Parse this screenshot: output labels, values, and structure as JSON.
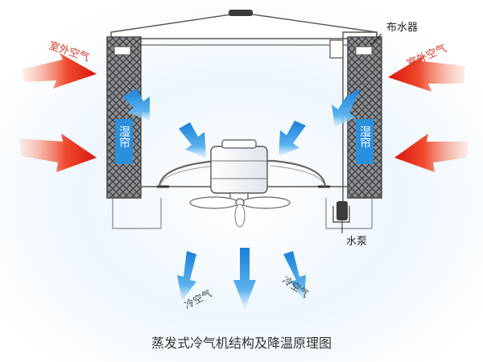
{
  "title": "蒸发式冷气机结构及降温原理图",
  "labels": {
    "outdoor_air": "室外空气",
    "wet_curtain": "湿帘",
    "water_distributor": "布水器",
    "water_pump": "水泵",
    "cool_air": "冷空气"
  },
  "colors": {
    "hot_air_arrow": "#e8261c",
    "cool_air_arrow": "#1f8fe0",
    "curtain_label_bg": "#2a8fdc",
    "frame_line": "#555555",
    "background_glow": "#d7ebf8"
  }
}
